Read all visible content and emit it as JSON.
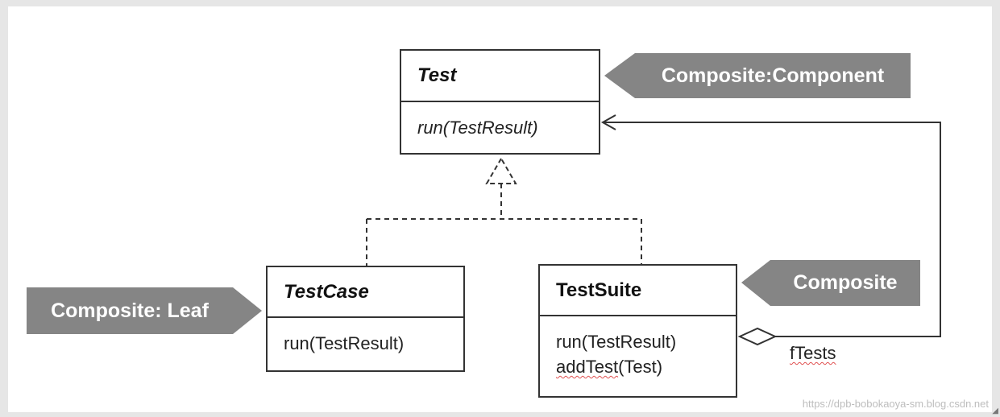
{
  "classes": {
    "test": {
      "name": "Test",
      "method": "run(TestResult)"
    },
    "testcase": {
      "name": "TestCase",
      "method": "run(TestResult)"
    },
    "testsuite": {
      "name": "TestSuite",
      "method1": "run(TestResult)",
      "method2_a": "addTest",
      "method2_b": "(Test)"
    }
  },
  "tags": {
    "component": "Composite:Component",
    "leaf": "Composite: Leaf",
    "composite": "Composite"
  },
  "association_label": "fTests",
  "watermark": "https://dpb-bobokaoya-sm.blog.csdn.net",
  "colors": {
    "tag_fill": "#858585",
    "line": "#333333",
    "background": "#e6e6e6"
  }
}
